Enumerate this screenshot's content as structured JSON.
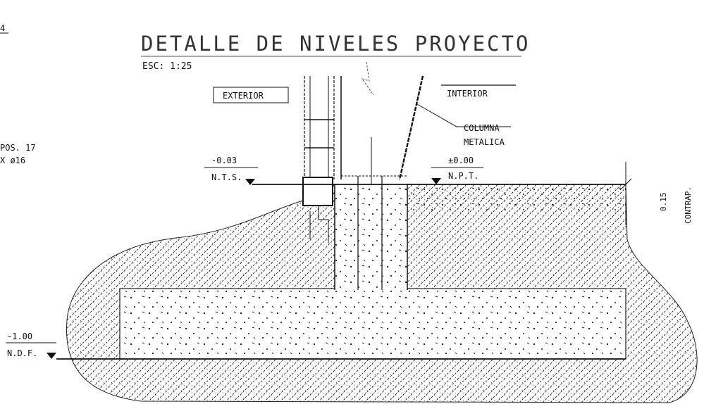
{
  "title": "DETALLE DE NIVELES PROYECTO",
  "scale": "ESC: 1:25",
  "edge_label": "4",
  "left_note": {
    "line1": "POS. 17",
    "line2": "X ø16"
  },
  "zones": {
    "exterior": "EXTERIOR",
    "interior": "INTERIOR"
  },
  "column_label": {
    "line1": "COLUMNA",
    "line2": "METALICA"
  },
  "levels": {
    "exterior": {
      "value": "-0.03",
      "tag": "N.T.S."
    },
    "interior": {
      "value": "±0.00",
      "tag": "N.P.T."
    },
    "foundation": {
      "value": "-1.00",
      "tag": "N.D.F."
    }
  },
  "dimension": {
    "value": "0.15",
    "label": "CONTRAP."
  },
  "colors": {
    "ink": "#111111",
    "fill_hatch": "#222222",
    "background": "#ffffff"
  }
}
